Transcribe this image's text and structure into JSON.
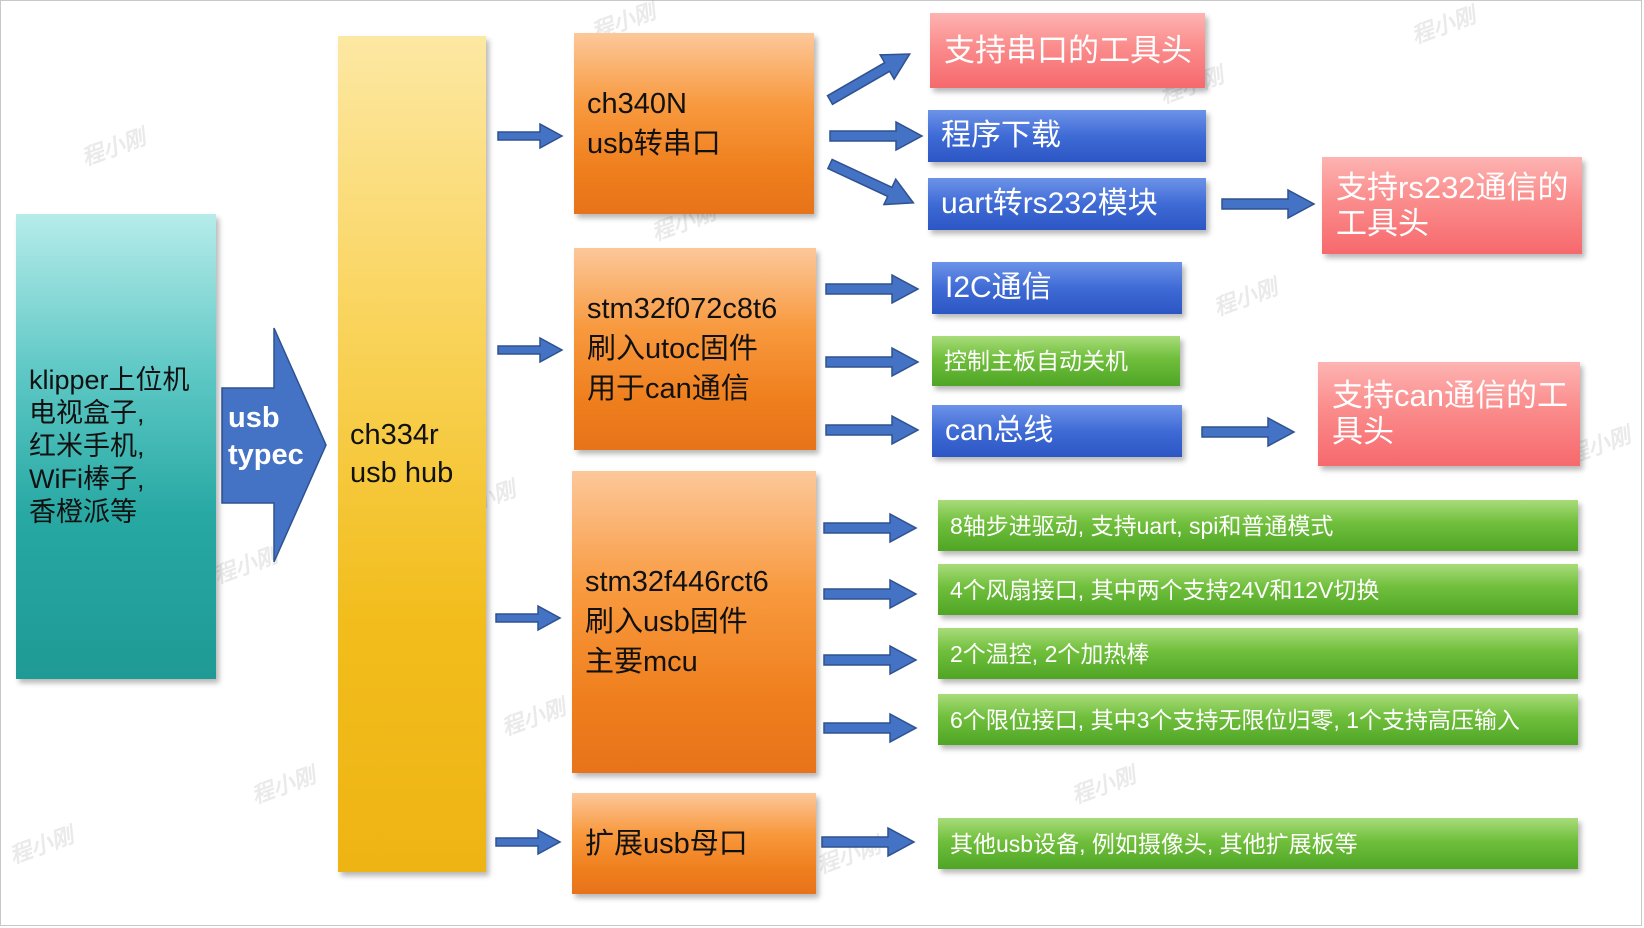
{
  "colors": {
    "teal": "#27a8a3",
    "yellow": "#f2bd1c",
    "orange": "#ef7f1d",
    "pink": "#f6696d",
    "blue": "#3f6bd6",
    "green": "#5fb12e",
    "arrow_fill": "#4472c4",
    "arrow_stroke": "#2f528f"
  },
  "host": {
    "text": "klipper上位机\n电视盒子,\n红米手机,\nWiFi棒子,\n香橙派等"
  },
  "usb_arrow": {
    "label": "usb\ntypec"
  },
  "hub": {
    "text": "ch334r\nusb hub"
  },
  "chips": {
    "ch340": "ch340N\nusb转串口",
    "stm32f072": "stm32f072c8t6\n刷入utoc固件\n用于can通信",
    "stm32f446": "stm32f446rct6\n刷入usb固件\n主要mcu",
    "usb_ext": "扩展usb母口"
  },
  "serial": {
    "tool_head": "支持串口的工具头",
    "download": "程序下载",
    "uart_rs232": "uart转rs232模块",
    "rs232_tool": "支持rs232通信的\n工具头"
  },
  "can": {
    "i2c": "I2C通信",
    "power": "控制主板自动关机",
    "bus": "can总线",
    "can_tool": "支持can通信的工\n具头"
  },
  "mcu_features": {
    "steppers": "8轴步进驱动, 支持uart, spi和普通模式",
    "fans": "4个风扇接口, 其中两个支持24V和12V切换",
    "heaters": "2个温控, 2个加热棒",
    "endstops": "6个限位接口, 其中3个支持无限位归零, 1个支持高压输入"
  },
  "usb_devices": {
    "text": "其他usb设备, 例如摄像头, 其他扩展板等"
  },
  "watermark": "程小刚"
}
